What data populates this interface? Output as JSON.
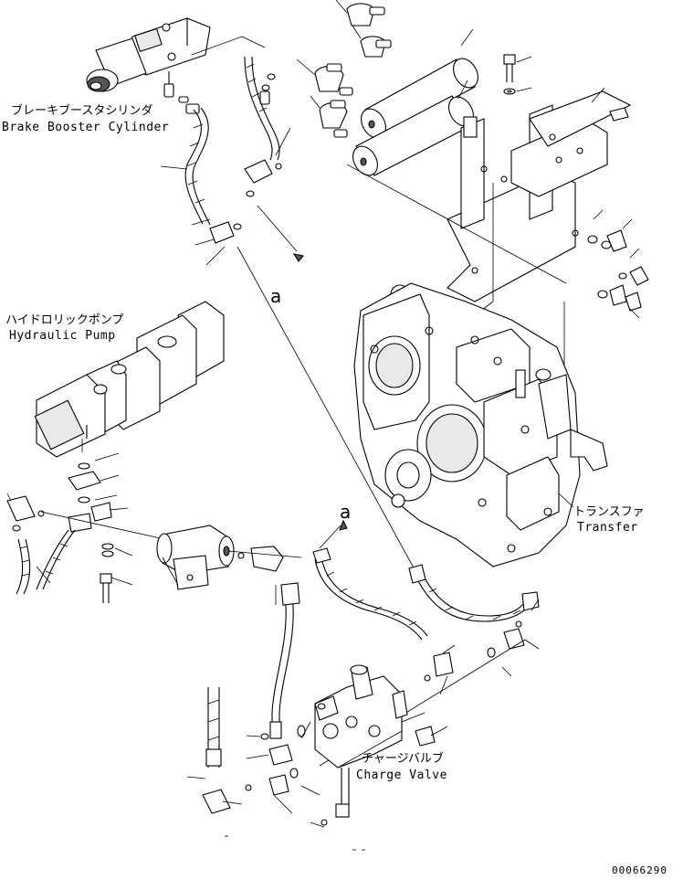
{
  "labels": {
    "brake_booster_ja": "ブレーキブースタシリンダ",
    "brake_booster_en": "Brake Booster Cylinder",
    "hydraulic_pump_ja": "ハイドロリックポンプ",
    "hydraulic_pump_en": "Hydraulic Pump",
    "transfer_ja": "トランスファ",
    "transfer_en": "Transfer",
    "charge_valve_ja": "チャージバルブ",
    "charge_valve_en": "Charge Valve"
  },
  "references": {
    "upper": "a",
    "lower": "a"
  },
  "document_number": "00066290"
}
